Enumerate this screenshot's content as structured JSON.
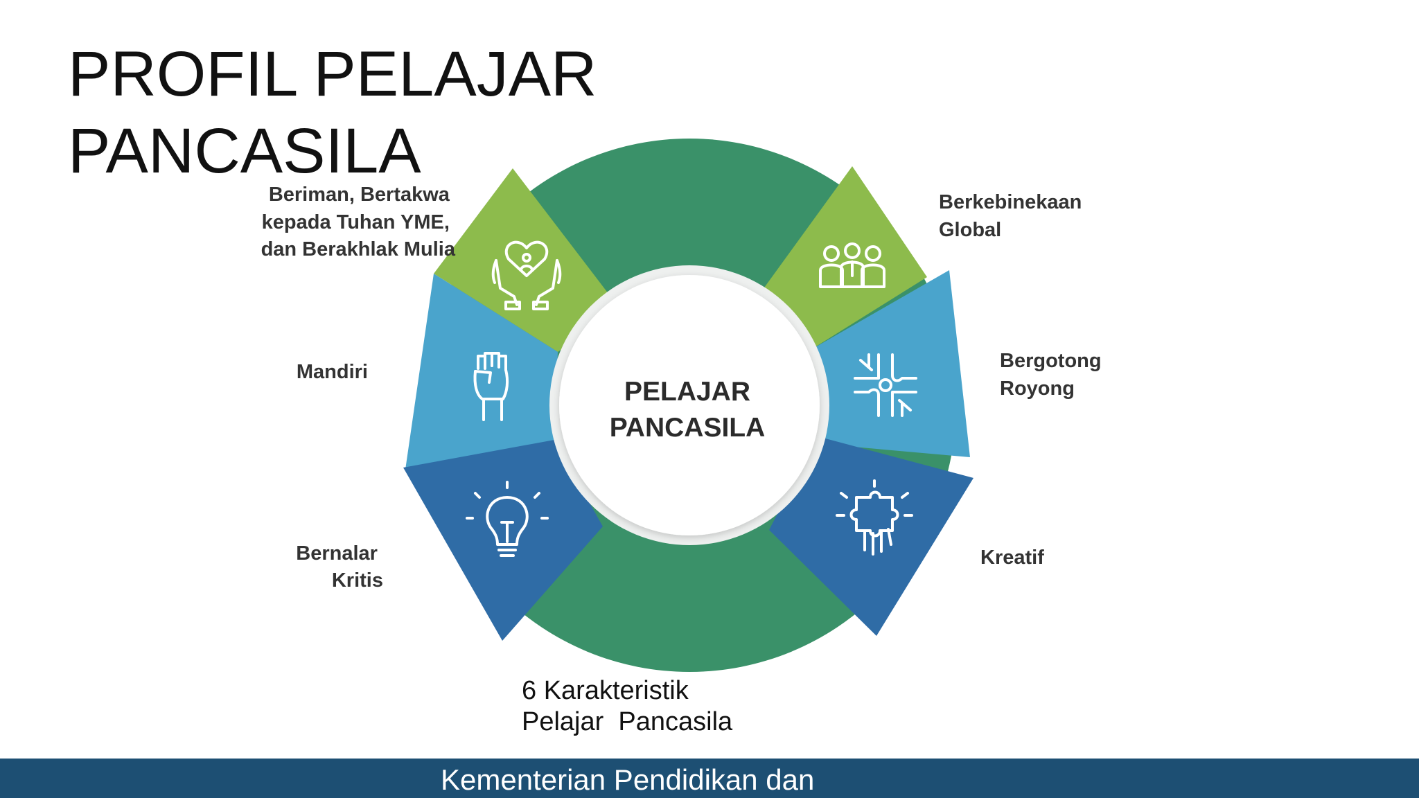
{
  "title": "PROFIL PELAJAR PANCASILA",
  "diagram": {
    "center_label_line1": "PELAJAR",
    "center_label_line2": "PANCASILA",
    "segments": [
      {
        "label_lines": [
          "Beriman, Bertakwa",
          "kepada Tuhan YME,",
          "dan Berakhlak Mulia"
        ],
        "icon": "hands-heart-icon"
      },
      {
        "label_lines": [
          "Berkebinekaan",
          "Global"
        ],
        "icon": "diverse-people-icon"
      },
      {
        "label_lines": [
          "Mandiri"
        ],
        "icon": "raised-fist-icon"
      },
      {
        "label_lines": [
          "Bergotong",
          "Royong"
        ],
        "icon": "joined-hands-icon"
      },
      {
        "label_lines": [
          "Bernalar",
          "Kritis"
        ],
        "icon": "lightbulb-icon"
      },
      {
        "label_lines": [
          "Kreatif"
        ],
        "icon": "puzzle-hand-icon"
      }
    ],
    "colors": {
      "ring_green": "#3a9169",
      "light_green": "#8dbb4c",
      "light_blue": "#4aa4cc",
      "dark_blue": "#2f6ca6",
      "center_fill": "#ffffff"
    }
  },
  "caption": "6 Karakteristik\nPelajar  Pancasila",
  "footer": {
    "text": "Kementerian Pendidikan dan Kebudayaan",
    "background": "#1d4f73"
  }
}
